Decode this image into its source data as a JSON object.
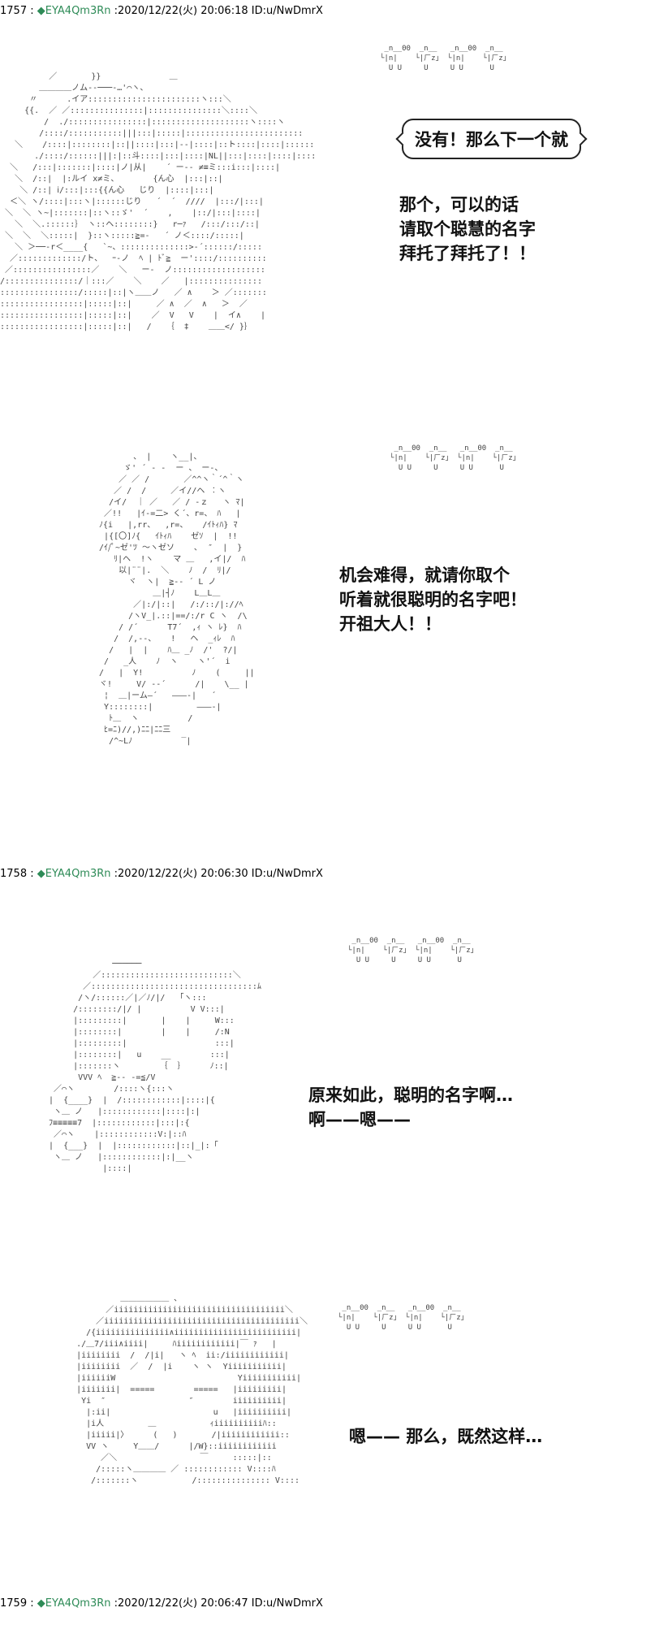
{
  "posts": [
    {
      "number": "1757",
      "name": "EYA4Qm3Rn",
      "datetime": ":2020/12/22(火) 20:06:18",
      "id": "ID:u/NwDmrX"
    },
    {
      "number": "1758",
      "name": "EYA4Qm3Rn",
      "datetime": ":2020/12/22(火) 20:06:30",
      "id": "ID:u/NwDmrX"
    },
    {
      "number": "1759",
      "name": "EYA4Qm3Rn",
      "datetime": ":2020/12/22(火) 20:06:47",
      "id": "ID:u/NwDmrX"
    }
  ],
  "separator": ":",
  "diamond": "◆",
  "dialog": {
    "p1_bubble": "没有！那么下一个就",
    "p1_line1": "那个，可以的话",
    "p1_line2": "请取个聪慧的名字",
    "p1_line3": "拜托了拜托了！！",
    "p2_line1": "机会难得，就请你取个",
    "p2_line2": "听着就很聪明的名字吧！",
    "p2_line3": "开祖大人！！",
    "p3_line1": "原来如此，聪明的名字啊…",
    "p3_line2": "啊——嗯——",
    "p4_line1": "嗯—— 那么，既然这样…"
  },
  "sfx": {
    "row1": " _n__00  _n__   _n__00  _n__",
    "row2": "└|n|    └|ㄏz」 └|n|    └|ㄏz」",
    "row3": "  U U     U     U U      U"
  },
  "art": {
    "a1": "          ／       }}              ＿\n        ＿＿＿＿ノム-‐───-…'⌒ヽ、\n      〃      .イア:::::::::::::::::::::::ヽ:::＼\n     {{.  ／ ／:::::::::::::::|:::::::::::::::＼::::＼\n         /  ./::::::::::::::::|::::::::::::::::::::ヽ::::ヽ\n        /::::/:::::::::::|||:::|:::::|::::::::::::::::::::::::\n   ＼    /::::|::::::::|::||::::|:::|-‐|::::|::ト::::|::::|::::::\n       ./::::/::::::|||:|::斗::::|:::|::::|NL||:::|::::|::::|::::\n  ＼   /:::|:::::::|::::|ノ|从|    ´ ー-‐ ≠≡ミ:::i:::|::::|\n   ＼  /::|  |:ルイ x≠ミ、       {ん心  |:::|::|\n    ＼ /::| ⅰ/:::|:::{{ん心   じり  |::::|:::|\n  ＜＼ ヽ/::::|:::ヽ|::::::じり   ´  ´  ////  |:::/|:::|\n ＼  ＼ ヽ~|:::::::|::ヽ::ゞ'  ´    ,    |::/|:::|::::|\n   ＼  ＼.::::::｝ ヽ::ヘ::::::::}   r─ｧ   /:::/:::/::|\n ＼  ＼  ＼:::::|  }::ヽ:::::≧=-   ´ ノ＜::::/:::::|\n   ＼ ＞──‐r＜____{   `~、::::::::::::::>‐´::::::/:::::\n  ／:::::::::::::/ト、  ｰ‐ノ  ﾍ | ﾄﾞ≧  ー'::::/::::::::::\n ／::::::::::::::::／    ＼   ー‐  ノ:::::::::::::::::::\n/:::::::::::::::/｜:::／    ＼    ／   |:::::::::::::::\n::::::::::::::::/:::::|::|ヽ＿＿ノ   ／ ∧    ＞ ／:::::::\n:::::::::::::::::|:::::|::|     ／ ∧  ／  ∧   ＞  ／\n:::::::::::::::::|:::::|::|    ／  V   V    |  イ∧    |\n:::::::::::::::::|:::::|::|   /   ｛  ‡    ＿＿</ }｝\n",
    "a2": "         、 |    ヽ__|、\n       ゞ' ´ ‐ -  ー 、 ー-、\n      ／ ／ /       ／^^ヽ｀´^｀ヽ\n     ／ /  /     ／イ//ヘ ︰ヽ\n    /イ/  ｜ ／   ／ / -ｚ   ヽ ﾏ|\n   ／!!   |ｲ-=二> く´、r=、 ﾊ   |\n  ﾉ{i   |,rr、  ,r=、   /ｲﾄｨﾊ} ﾏ\n   |{[〇]ﾉ{   ｲﾄｨﾊ    ゼｿ  |  !!\n  /ｲ/ﾟ~ゼ'ﾂ 〜ヽゼソ    ､  ″  |  }\n     ﾘ|ヘ  !ヽ    マ ＿   ,イ|/  ﾊ\n      以|¨¨|.  ＼    ﾉ  /  ﾘ|/\n        ヾ  ヽ|  ≧-‐ ´ L ノ\n             ＿|┤ﾉ    L＿L＿\n         ／|:/|::|   /:/::/|://ﾍ\n        /ヽV_|.::|==/:/r C ヽ  /\\\n      / /´      T7´  ,ｨ ヽ ﾚ}  ﾊ\n     /  /,--、   !   ヘ  _ｨﾚ  ﾊ\n    /   |  |    ﾊ＿ _ﾉ  /'  ?/|\n   /   _人    ﾉ  ヽ    ヽ'´  i\n  /   |  Y!          ﾉ    (     ||\n  ヾ!     V/ -‐´      /|    \\__ |\n   ¦  ＿|ーム―´   ―――‐|   ´\n   Y::::::::|         ―――‐|\n    ﾄ＿  ヽ          /\n   ﾋ=ﾆ)//,)ﾆﾆ|ﾆﾆ三\n    /^~Lﾉ          ‾|",
    "a3": "              ──────\n          ／:::::::::::::::::::::::::::＼\n        ／::::::::::::::::::::::::::::::::::ﾑ\n       /ヽ/::::::／|／ﾉ/|/   ｢ヽ:::\n      /::::::::/|/ |          V V:::|\n      |:::::::::|       |    |     W:::\n      |::::::::|        |    |     /:N\n      |:::::::::|                  :::|\n      |::::::::|   u    __        :::|\n      |:::::::ヽ        ｛  ｝     ﾉ::|\n       VVV ﾍ  ≧‐‐ ‐=≦/V\n  ／⌒ヽ        /::::ヽ{:::ヽ\n |  {____}  |  /::::::::::::|::::|{\n  ヽ＿ ノ   |::::::::::::|::::|:|\n ﾌ≡≡≡≡≡7  |::::::::::::|:::|:{\n  ／⌒ヽ    |::::::::::::V:|::ﾊ\n |  {___}  |  |::::::::::::|::|_|:「\n  ヽ＿ ノ   |::::::::::::|:|__ヽ\n            |::::|",
    "a4": "             ＿＿＿＿＿＿ ､\n          ／iiiiiiiiiiiiiiiiiiiiiiiiiiiiiiiiiii＼\n        ／iiiiiiiiiiiiiiiiiiiiiiiiiiiiiiiiiiiiiiii＼\n      /{iiiiiiiiiiiiiii∧iiiiiiiiiiiiiiiiiiiiiiiii|\n    ./＿7/iii∧iiii|     ﾊiiiiiiiiiiii|￣ ｧ   |\n    |iiiiiiii  /  /|i|   ヽ ﾍ  ii:/iiiiiiiiiiii|\n    |iiiiiiii  ／  /  |i    ヽ ヽ  Yiiiiiiiiiii|\n    |iiiiiiW                         Yiiiiiiiiiii|\n    |iiiiiii|  =====        =====   |iiiiiiiii|\n     Yi  ″                 ″        iiiiiiiiii|\n      |:ii|                     u   |iiiiiiiiii|\n      |i人         ＿           ｨiiiiiiiiiiﾊ::\n      |iiiii|〉     (   )       /|iiiiiiiiiiii::\n      VV ヽ     Y＿＿/      |/W}::iiiiiiiiiiii\n         ／＼                 ￣     :::::|::\n        /:::::ヽ＿＿＿＿ ／ :::::::::::: V::::ﾊ\n       /:::::::ヽ           /::::::::::::::: V::::"
  }
}
